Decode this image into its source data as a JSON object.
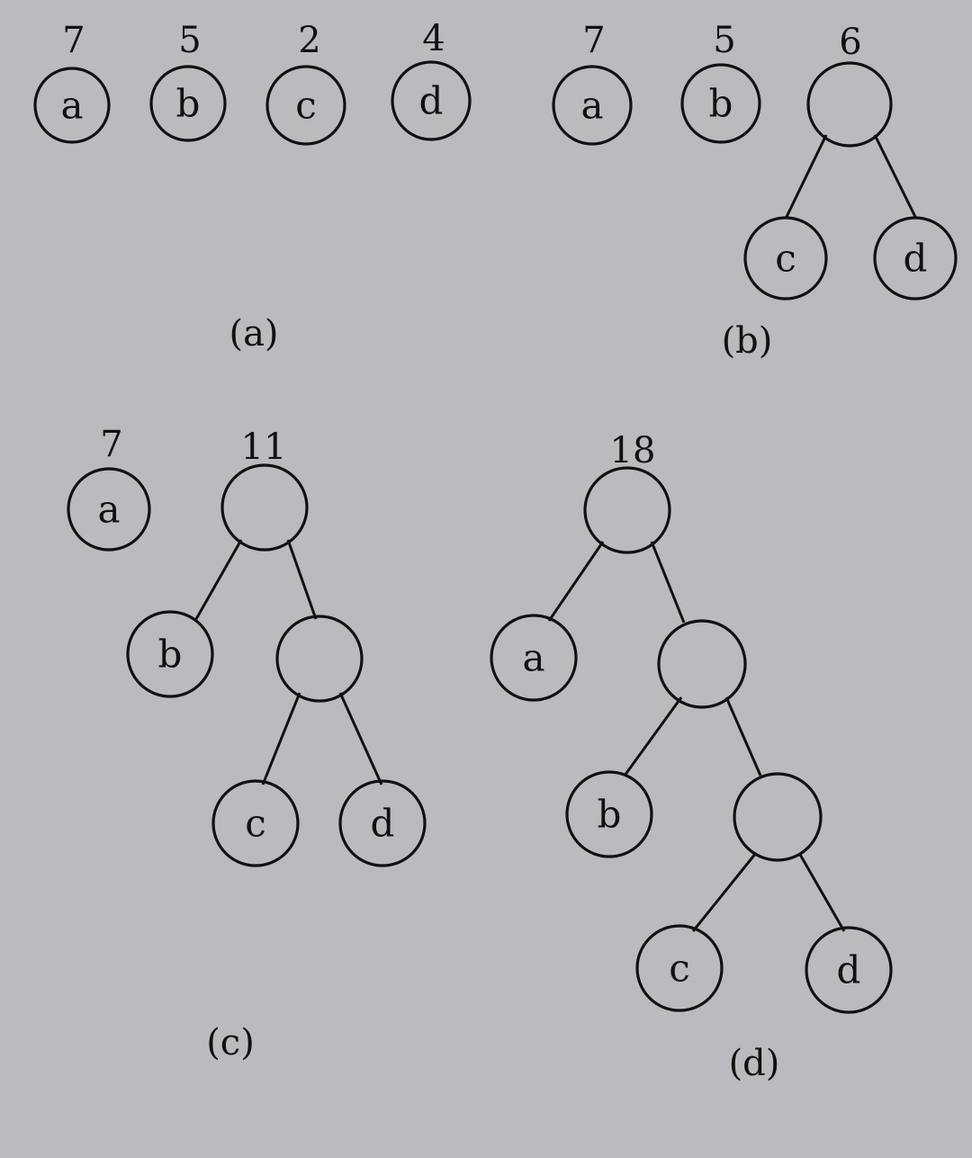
{
  "panels": [
    {
      "caption": "(a)",
      "nodes": [
        {
          "label": "a",
          "weight": "7"
        },
        {
          "label": "b",
          "weight": "5"
        },
        {
          "label": "c",
          "weight": "2"
        },
        {
          "label": "d",
          "weight": "4"
        }
      ]
    },
    {
      "caption": "(b)",
      "nodes": [
        {
          "label": "a",
          "weight": "7"
        },
        {
          "label": "b",
          "weight": "5"
        },
        {
          "label": "",
          "weight": "6"
        },
        {
          "label": "c",
          "weight": ""
        },
        {
          "label": "d",
          "weight": ""
        }
      ]
    },
    {
      "caption": "(c)",
      "nodes": [
        {
          "label": "a",
          "weight": "7"
        },
        {
          "label": "",
          "weight": "11"
        },
        {
          "label": "b",
          "weight": ""
        },
        {
          "label": "",
          "weight": ""
        },
        {
          "label": "c",
          "weight": ""
        },
        {
          "label": "d",
          "weight": ""
        }
      ]
    },
    {
      "caption": "(d)",
      "nodes": [
        {
          "label": "",
          "weight": "18"
        },
        {
          "label": "a",
          "weight": ""
        },
        {
          "label": "",
          "weight": ""
        },
        {
          "label": "b",
          "weight": ""
        },
        {
          "label": "",
          "weight": ""
        },
        {
          "label": "c",
          "weight": ""
        },
        {
          "label": "d",
          "weight": ""
        }
      ]
    }
  ]
}
